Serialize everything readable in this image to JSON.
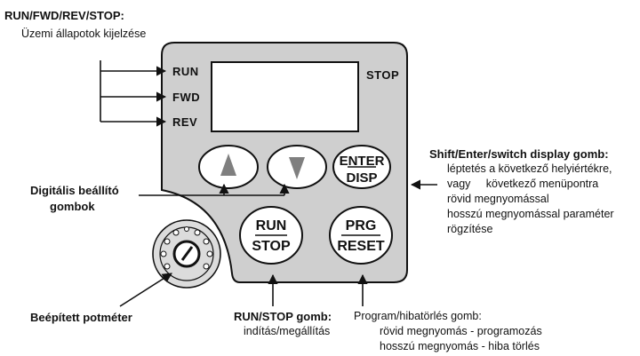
{
  "top_left": {
    "title": "RUN/FWD/REV/STOP:",
    "subtitle": "Üzemi állapotok kijelzése"
  },
  "indicators": {
    "run": "RUN",
    "fwd": "FWD",
    "rev": "REV",
    "stop": "STOP"
  },
  "keys": {
    "enter_top": "ENTER",
    "enter_bottom": "DISP",
    "run_top": "RUN",
    "run_bottom": "STOP",
    "prg_top": "PRG",
    "prg_bottom": "RESET"
  },
  "digital": {
    "line1": "Digitális beállító",
    "line2": "gombok"
  },
  "shift": {
    "title": "Shift/Enter/switch display gomb:",
    "line1": "léptetés a következő helyiértékre,",
    "line2": "vagy     következő menüpontra",
    "line3": "rövid megnyomással",
    "line4": "hosszú megnyomással paraméter",
    "line5": "rögzítése"
  },
  "pot": {
    "label": "Beépített potméter"
  },
  "runstop_desc": {
    "title": "RUN/STOP gomb:",
    "line1": "indítás/megállítás"
  },
  "prg_desc": {
    "title": "Program/hibatörlés gomb:",
    "line1": "rövid megnyomás - programozás",
    "line2": "hosszú megnyomás - hiba törlés"
  }
}
